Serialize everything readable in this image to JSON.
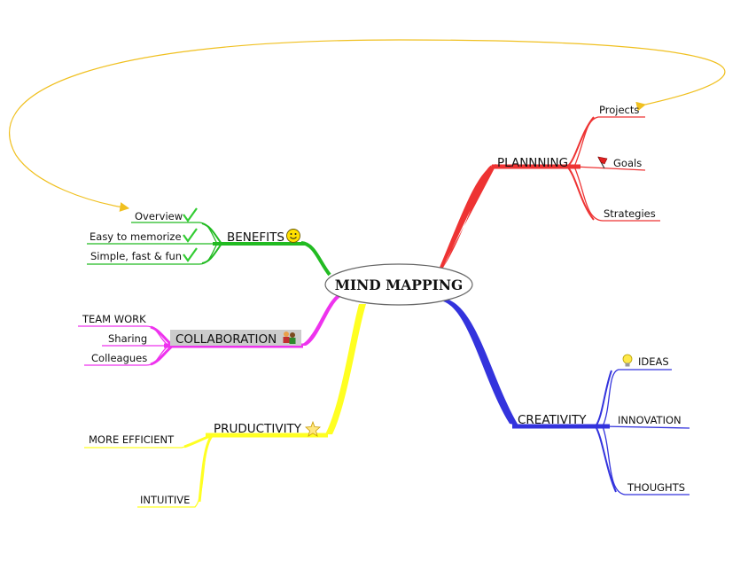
{
  "center": {
    "label": "MIND MAPPING"
  },
  "branches": {
    "benefits": {
      "label": "BENEFITS",
      "color": "#22bb22",
      "icon": "smiley-icon",
      "children": [
        "Overview",
        "Easy to memorize",
        "Simple, fast & fun"
      ],
      "child_icon": "checkmark-icon"
    },
    "collaboration": {
      "label": "COLLABORATION",
      "color": "#ee33ee",
      "icon": "people-icon",
      "highlight": "#cccccc",
      "children": [
        "TEAM WORK",
        "Sharing",
        "Colleagues"
      ]
    },
    "productivity": {
      "label": "PRUDUCTIVITY",
      "color": "#ffff22",
      "icon": "star-icon",
      "children": [
        "MORE EFFICIENT",
        "INTUITIVE"
      ]
    },
    "planning": {
      "label": "PLANNNING",
      "color": "#ee3333",
      "children": [
        "Projects",
        "Goals",
        "Strategies"
      ],
      "goals_icon": "flag-icon"
    },
    "creativity": {
      "label": "CREATIVITY",
      "color": "#3333dd",
      "children": [
        "IDEAS",
        "INNOVATION",
        "THOUGHTS"
      ],
      "ideas_icon": "lightbulb-icon"
    }
  },
  "relation": {
    "from": "Projects",
    "to": "Overview",
    "color": "#f0c020"
  }
}
